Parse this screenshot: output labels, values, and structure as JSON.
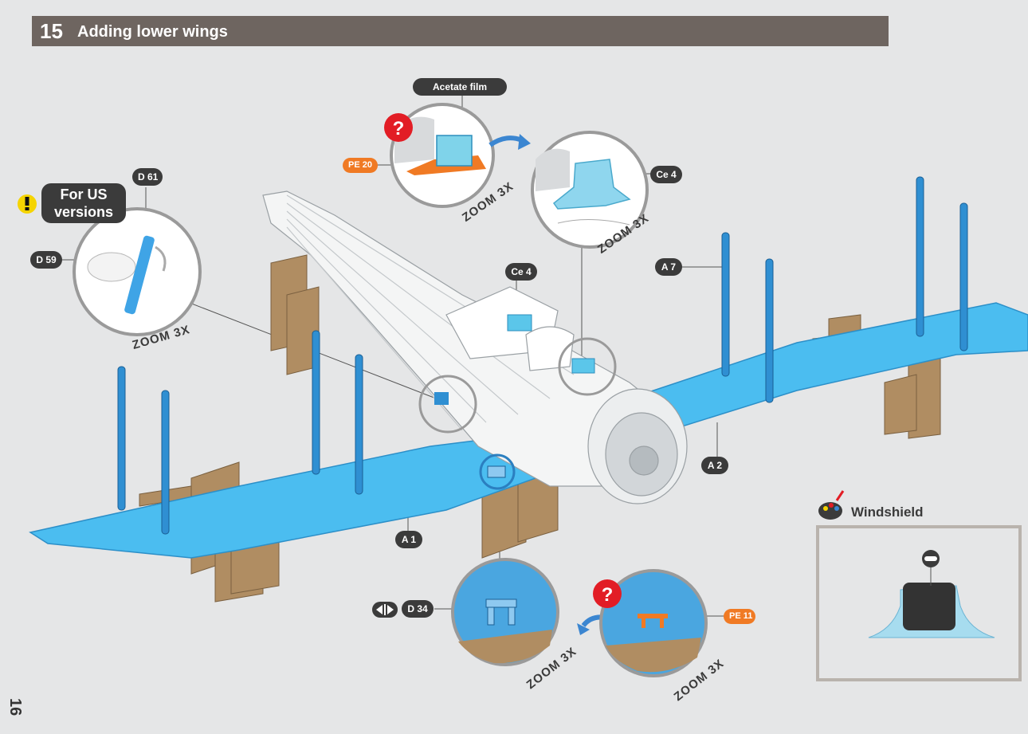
{
  "step": {
    "number": "15",
    "title": "Adding lower wings"
  },
  "callouts": {
    "acetate_film": "Acetate film",
    "pe20": "PE 20",
    "ce4_zoom": "Ce 4",
    "ce4_main": "Ce 4",
    "d61": "D 61",
    "d59": "D 59",
    "for_us_versions_line1": "For US",
    "for_us_versions_line2": "versions",
    "a7": "A 7",
    "a2": "A 2",
    "a1": "A 1",
    "d34": "D 34",
    "pe11": "PE 11"
  },
  "zoom_label": "ZOOM  3X",
  "windshield": {
    "title": "Windshield"
  },
  "page_number": "16",
  "icons": [
    "warning-icon",
    "question-icon",
    "paint-palette-icon",
    "mask-icon",
    "flip-arrows-icon",
    "curved-arrow-icon"
  ],
  "colors": {
    "header": "#6e6560",
    "part_blue": "#4bbdf0",
    "strut_blue": "#2f8fd2",
    "callout": "#3b3b3b",
    "photo_etch": "#f07a24",
    "stand": "#b08d62",
    "question": "#e21d25"
  }
}
